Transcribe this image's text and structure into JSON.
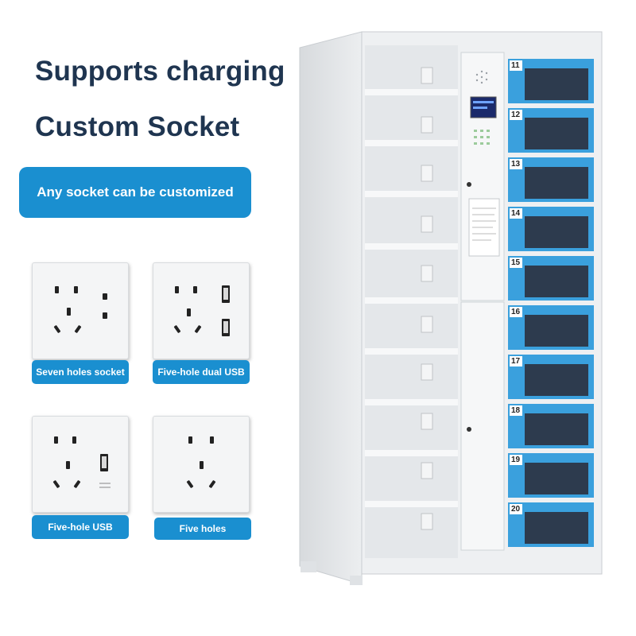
{
  "headline": {
    "line1": "Supports charging",
    "line2": "Custom Socket"
  },
  "banner": {
    "text": "Any socket can be customized"
  },
  "sockets": [
    {
      "label": "Seven holes socket",
      "features": [
        "two-pin",
        "three-pin",
        "side-outlet"
      ]
    },
    {
      "label": "Five-hole dual USB",
      "features": [
        "two-pin",
        "three-pin",
        "usb",
        "usb"
      ]
    },
    {
      "label": "Five-hole USB",
      "features": [
        "two-pin",
        "three-pin",
        "usb"
      ]
    },
    {
      "label": "Five holes",
      "features": [
        "two-pin",
        "three-pin"
      ]
    }
  ],
  "cabinet": {
    "locker_numbers": [
      "11",
      "12",
      "13",
      "14",
      "15",
      "16",
      "17",
      "18",
      "19",
      "20"
    ],
    "open_shelf_rows": 10
  },
  "colors": {
    "headline": "#1f3550",
    "accent": "#1a8fd0",
    "locker_door": "#3aa0dd",
    "cabinet_body": "#eef0f2"
  }
}
